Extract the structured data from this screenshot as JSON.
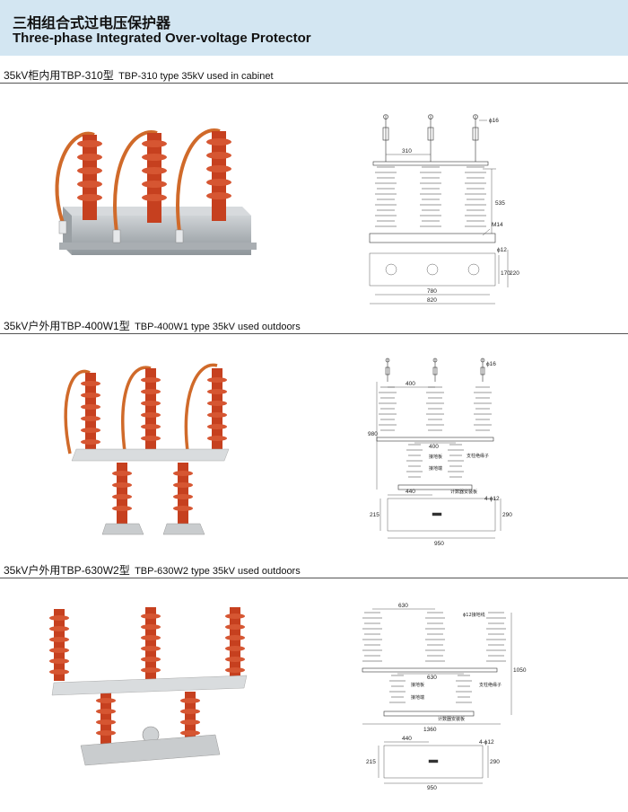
{
  "header": {
    "title_cn": "三相组合式过电压保护器",
    "title_en": "Three-phase Integrated Over-voltage Protector"
  },
  "sections": [
    {
      "title_cn": "35kV柜内用TBP-310型",
      "title_en": "TBP-310 type 35kV used in cabinet",
      "drawing": {
        "dim_phi16": "ϕ16",
        "dim_310": "310",
        "dim_535": "535",
        "dim_m14": "M14",
        "dim_phi12": "ϕ12",
        "dim_170": "170",
        "dim_220": "220",
        "dim_780": "780",
        "dim_820": "820"
      }
    },
    {
      "title_cn": "35kV户外用TBP-400W1型",
      "title_en": "TBP-400W1 type 35kV used outdoors",
      "drawing": {
        "dim_phi16": "ϕ16",
        "dim_400_top": "400",
        "dim_400_mid": "400",
        "dim_980": "980",
        "lbl_ground": "接地板",
        "lbl_ground2": "接地端",
        "lbl_support": "支柱绝缘子",
        "lbl_counter": "计数器安装板",
        "dim_440": "440",
        "dim_4phi12": "4-ϕ12",
        "dim_215": "215",
        "dim_290": "290",
        "dim_950": "950"
      }
    },
    {
      "title_cn": "35kV户外用TBP-630W2型",
      "title_en": "TBP-630W2 type 35kV used outdoors",
      "drawing": {
        "dim_630_top": "630",
        "dim_phi12_lead": "ϕ12接地线",
        "dim_630_mid": "630",
        "dim_1050": "1050",
        "lbl_ground": "接地板",
        "lbl_ground2": "接地端",
        "lbl_support": "支柱绝缘子",
        "lbl_counter": "计数器安装板",
        "dim_1360": "1360",
        "dim_440": "440",
        "dim_4phi12": "4-ϕ12",
        "dim_215": "215",
        "dim_290": "290",
        "dim_950": "950"
      }
    }
  ],
  "colors": {
    "header_bg": "#d3e6f2",
    "insulator": "#c6401f",
    "base_metal": "#b7bcc0"
  }
}
